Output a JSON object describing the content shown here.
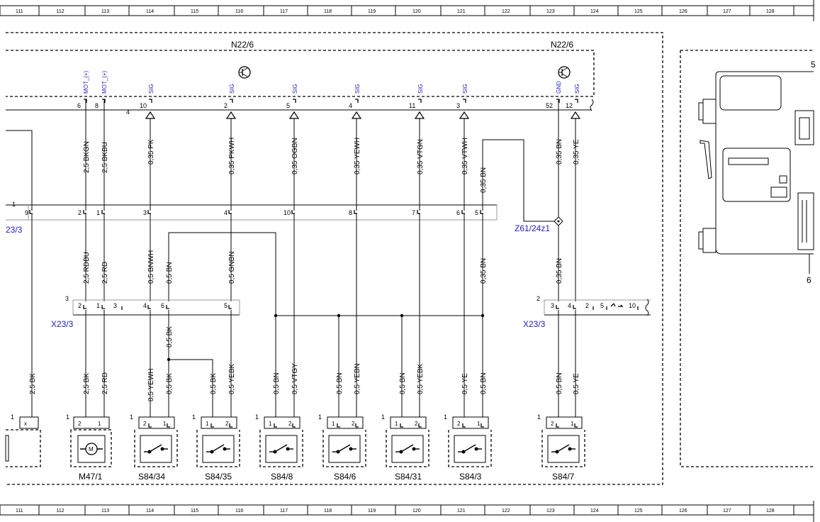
{
  "ruler": [
    "111",
    "112",
    "113",
    "114",
    "115",
    "116",
    "117",
    "118",
    "119",
    "120",
    "121",
    "122",
    "123",
    "124",
    "125",
    "126",
    "127",
    "128"
  ],
  "module": {
    "name_left": "N22/6",
    "name_right": "N22/6",
    "connector": "4",
    "pins": [
      {
        "pin": "6",
        "sig": "MOT_(+)"
      },
      {
        "pin": "8",
        "sig": "MOT_(+)"
      },
      {
        "pin": "10",
        "sig": "SIG"
      },
      {
        "pin": "2",
        "sig": "SIG"
      },
      {
        "pin": "5",
        "sig": "SIG"
      },
      {
        "pin": "4",
        "sig": "SIG"
      },
      {
        "pin": "11",
        "sig": "SIG"
      },
      {
        "pin": "3",
        "sig": "SIG"
      },
      {
        "pin": "52",
        "sig": "GND"
      },
      {
        "pin": "12",
        "sig": "SIG"
      }
    ]
  },
  "top_wires": [
    "2,5 BKGN",
    "2,5 BKBU",
    "0,35 PK",
    "0,35 PKWH",
    "0,35 OGBN",
    "0,35 YEWH",
    "0,35 VTGN",
    "0,35 VTWH",
    "0,35 BN",
    "0,35 BN",
    "0,35 YE"
  ],
  "connector1": {
    "label": "1",
    "left_name": "23/3",
    "pins": [
      "9",
      "2",
      "1",
      "3",
      "4",
      "10",
      "8",
      "7",
      "6",
      "5"
    ]
  },
  "splice": "Z61/24z1",
  "mid_wires": [
    "2,5 RDBU",
    "2,5 RD",
    "0,5 BNWH",
    "0,5 BN",
    "0,5 GNBN",
    "0,35 BN",
    "0,35 BN"
  ],
  "x23_left": {
    "label": "3",
    "name": "X23/3",
    "pins": [
      "2",
      "1",
      "3",
      "4",
      "6",
      "5"
    ]
  },
  "x23_right": {
    "label": "2",
    "name": "X23/3",
    "pins": [
      "3",
      "4",
      "2",
      "5",
      "10"
    ]
  },
  "lower_wires": [
    "2,5 BK",
    "2,5 BK",
    "2,5 RD",
    "0,5 YEWH",
    "0,5 BK",
    "0,5 BK",
    "0,5 BK",
    "0,5 YEBK",
    "0,5 BN",
    "0,5 VTGY",
    "0,5 BN",
    "0,5 YEBN",
    "0,5 BN",
    "0,5 YEBK",
    "0,5 YE",
    "0,5 BN",
    "0,5 BN",
    "0,5 YE"
  ],
  "components": [
    {
      "name": "",
      "label": "1",
      "pins": [
        "x"
      ]
    },
    {
      "name": "M47/1",
      "label": "1",
      "pins": [
        "2",
        "1"
      ]
    },
    {
      "name": "S84/34",
      "label": "1",
      "pins": [
        "2",
        "1"
      ]
    },
    {
      "name": "S84/35",
      "label": "1",
      "pins": [
        "1",
        "2"
      ]
    },
    {
      "name": "S84/8",
      "label": "1",
      "pins": [
        "1",
        "2"
      ]
    },
    {
      "name": "S84/6",
      "label": "1",
      "pins": [
        "1",
        "2"
      ]
    },
    {
      "name": "S84/31",
      "label": "1",
      "pins": [
        "1",
        "2"
      ]
    },
    {
      "name": "S84/3",
      "label": "1",
      "pins": [
        "2",
        "1"
      ]
    },
    {
      "name": "S84/7",
      "label": "1",
      "pins": [
        "2",
        "1"
      ]
    }
  ],
  "right_panel": {
    "label_top": "5",
    "label_bottom": "6"
  },
  "motor_symbol": "M"
}
